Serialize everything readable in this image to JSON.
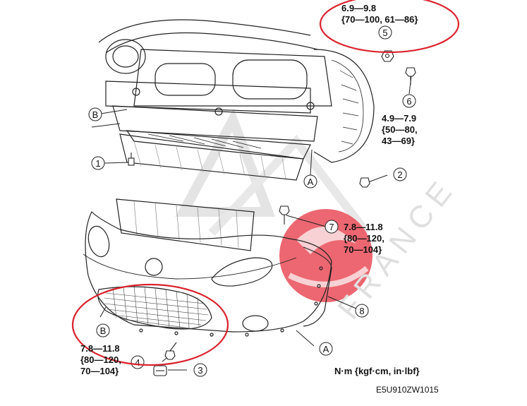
{
  "callouts": [
    {
      "id": "1",
      "text": "1"
    },
    {
      "id": "2",
      "text": "2"
    },
    {
      "id": "3",
      "text": "3"
    },
    {
      "id": "4",
      "text": "4"
    },
    {
      "id": "5",
      "text": "5"
    },
    {
      "id": "6",
      "text": "6"
    },
    {
      "id": "7",
      "text": "7"
    },
    {
      "id": "8",
      "text": "8"
    },
    {
      "id": "A",
      "text": "A"
    },
    {
      "id": "B",
      "text": "B"
    }
  ],
  "torque": {
    "t5": {
      "line1": "6.9—9.8",
      "line2": "{70—100, 61—86}"
    },
    "t6": {
      "line1": "4.9—7.9",
      "line2": "{50—80,",
      "line3": "43—69}"
    },
    "t7": {
      "line1": "7.8—11.8",
      "line2": "{80—120,",
      "line3": "70—104}"
    },
    "t4": {
      "line1": "7.8—11.8",
      "line2": "{80—120,",
      "line3": "70—104}"
    }
  },
  "units": "N·m {kgf·cm, in·lbf}",
  "figure_code": "E5U910ZW1015",
  "watermark": "FRANCE",
  "colors": {
    "highlight": "#d9232d",
    "watermark_red": "#e63946",
    "line": "#222222",
    "watermark_gray": "#d8d8d8"
  }
}
